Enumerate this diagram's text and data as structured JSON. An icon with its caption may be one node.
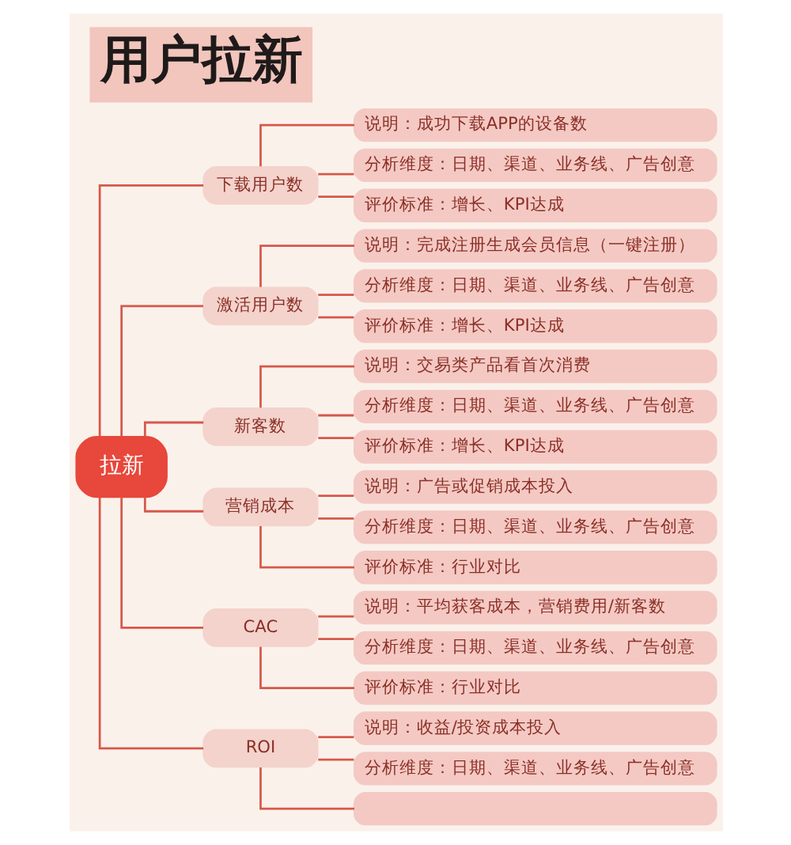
{
  "diagram": {
    "title": "用户拉新",
    "nodes": [
      {
        "text": [
          "拉新"
        ]
      },
      {
        "text": [
          "下载用户数"
        ]
      },
      {
        "text": [
          "说明：成功下载APP的设备数"
        ]
      },
      {
        "text": [
          "分析维度：日期、渠道、业务线、广告创意"
        ]
      },
      {
        "text": [
          "评价标准：增长、KPI达成"
        ]
      },
      {
        "text": [
          "激活用户数"
        ]
      },
      {
        "text": [
          "说明：完成注册生成会员信息（一键注册）"
        ]
      },
      {
        "text": [
          "分析维度：日期、渠道、业务线、广告创意"
        ]
      },
      {
        "text": [
          "评价标准：增长、KPI达成"
        ]
      },
      {
        "text": [
          "新客数"
        ]
      },
      {
        "text": [
          "说明：交易类产品看首次消费"
        ]
      },
      {
        "text": [
          "分析维度：日期、渠道、业务线、广告创意"
        ]
      },
      {
        "text": [
          "评价标准：增长、KPI达成"
        ]
      },
      {
        "text": [
          "营销成本"
        ]
      },
      {
        "text": [
          "说明：广告或促销成本投入"
        ]
      },
      {
        "text": [
          "分析维度：日期、渠道、业务线、广告创意"
        ]
      },
      {
        "text": [
          "评价标准：行业对比"
        ]
      },
      {
        "text": [
          "CAC"
        ]
      },
      {
        "text": [
          "说明：平均获客成本，营销费用/新客数"
        ]
      },
      {
        "text": [
          "分析维度：日期、渠道、业务线、广告创意"
        ]
      },
      {
        "text": [
          "评价标准：行业对比"
        ]
      },
      {
        "text": [
          "ROI"
        ]
      },
      {
        "text": [
          "说明：收益/投资成本投入"
        ]
      },
      {
        "text": [
          "分析维度：日期、渠道、业务线、广告创意"
        ]
      },
      {
        "text": [],
        "shape": "box"
      }
    ],
    "edges": [
      {
        "from": 0,
        "to": 1,
        "arrow": "none"
      },
      {
        "from": 1,
        "to": 2,
        "arrow": "none"
      },
      {
        "from": 1,
        "to": 3,
        "arrow": "none"
      },
      {
        "from": 1,
        "to": 4,
        "arrow": "none"
      },
      {
        "from": 0,
        "to": 5,
        "arrow": "none"
      },
      {
        "from": 5,
        "to": 6,
        "arrow": "none"
      },
      {
        "from": 5,
        "to": 7,
        "arrow": "none"
      },
      {
        "from": 5,
        "to": 8,
        "arrow": "none"
      },
      {
        "from": 0,
        "to": 9,
        "arrow": "none"
      },
      {
        "from": 9,
        "to": 10,
        "arrow": "none"
      },
      {
        "from": 9,
        "to": 11,
        "arrow": "none"
      },
      {
        "from": 9,
        "to": 12,
        "arrow": "none"
      },
      {
        "from": 0,
        "to": 13,
        "arrow": "none"
      },
      {
        "from": 13,
        "to": 14,
        "arrow": "none"
      },
      {
        "from": 13,
        "to": 15,
        "arrow": "none"
      },
      {
        "from": 13,
        "to": 16,
        "arrow": "none"
      },
      {
        "from": 0,
        "to": 17,
        "arrow": "none"
      },
      {
        "from": 17,
        "to": 18,
        "arrow": "none"
      },
      {
        "from": 17,
        "to": 19,
        "arrow": "none"
      },
      {
        "from": 17,
        "to": 20,
        "arrow": "none"
      },
      {
        "from": 0,
        "to": 21,
        "arrow": "none"
      },
      {
        "from": 21,
        "to": 22,
        "arrow": "none"
      },
      {
        "from": 21,
        "to": 23,
        "arrow": "none"
      },
      {
        "from": 21,
        "to": 24,
        "arrow": "none"
      }
    ]
  }
}
